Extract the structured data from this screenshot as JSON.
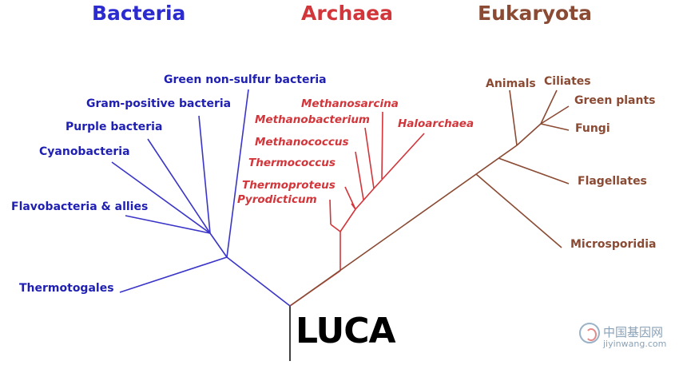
{
  "domains": {
    "bacteria": "Bacteria",
    "archaea": "Archaea",
    "eukaryota": "Eukaryota"
  },
  "colors": {
    "bacteria": "#2b2bd0",
    "archaea": "#d2353a",
    "eukaryota": "#8a4a33"
  },
  "bacteria": {
    "green_nonsulfur": "Green non-sulfur bacteria",
    "gram_positive": "Gram-positive bacteria",
    "purple": "Purple bacteria",
    "cyanobacteria": "Cyanobacteria",
    "flavobacteria": "Flavobacteria & allies",
    "thermotogales": "Thermotogales"
  },
  "archaea": {
    "methanosarcina": "Methanosarcina",
    "methanobacterium": "Methanobacterium",
    "haloarchaea": "Haloarchaea",
    "methanococcus": "Methanococcus",
    "thermococcus": "Thermococcus",
    "thermoproteus": "Thermoproteus",
    "pyrodicticum": "Pyrodicticum"
  },
  "eukaryota": {
    "animals": "Animals",
    "ciliates": "Ciliates",
    "green_plants": "Green plants",
    "fungi": "Fungi",
    "flagellates": "Flagellates",
    "microsporidia": "Microsporidia"
  },
  "root": "LUCA",
  "watermark": {
    "cn": "中国基因网",
    "url": "jiyinwang.com"
  }
}
